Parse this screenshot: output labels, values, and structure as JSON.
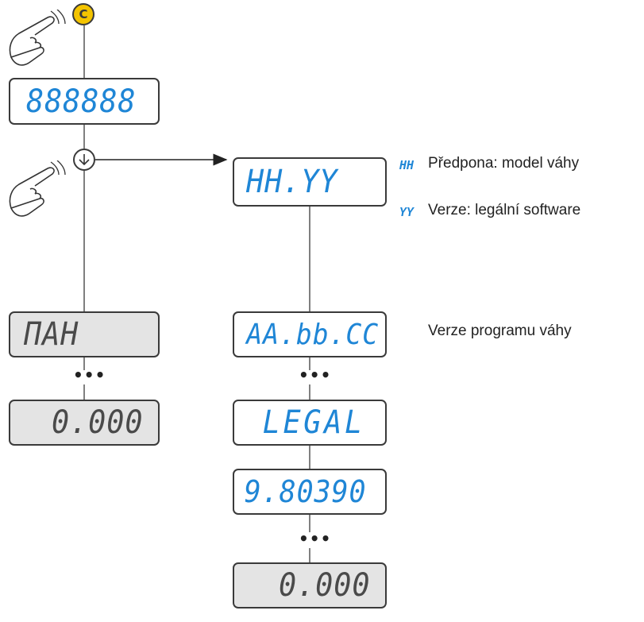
{
  "buttons": {
    "c_label": "C",
    "down_icon": "arrow-down-circle"
  },
  "displays": {
    "all_segments": "888888",
    "nah": "ΠAH",
    "zero_left": "0.000",
    "hh_yy": "HH.YY",
    "aa_bb_cc": "AA.bb.CC",
    "legal": "LEGAL",
    "gravity": "9.80390",
    "zero_right": "0.000"
  },
  "legend": {
    "hh_code": "HH",
    "hh_text": "Předpona: model váhy",
    "yy_code": "YY",
    "yy_text": "Verze: legální software",
    "program_text": "Verze programu váhy"
  },
  "ellipsis": "•••",
  "colors": {
    "lcd_blue": "#1f86d6",
    "button_yellow": "#f4c400",
    "lcd_gray_bg": "#e4e4e4",
    "outline": "#3a3a3a"
  }
}
